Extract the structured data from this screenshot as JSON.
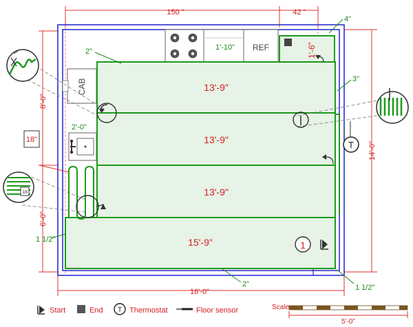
{
  "dimensions": {
    "top_width": "150 \"",
    "top_right": "42 \"",
    "right_height": "14'-0\"",
    "left_upper": "8'-0\"",
    "left_lower": "6'-0\"",
    "bottom_width": "16'-0\""
  },
  "gap_labels": {
    "top_right_gap": "4\"",
    "top_gap": "2\"",
    "right_gap": "3\"",
    "bottom_gap": "2\"",
    "left_gap": "1 1/2\"",
    "corner_gap": "1 1/2\"",
    "cabinet_offset": "2'-0\""
  },
  "fixtures": {
    "cabinet": "CAB",
    "refrigerator": "REF",
    "counter": "1'-10\"",
    "side_tag": "18\""
  },
  "mats": [
    {
      "label": "13'-9\""
    },
    {
      "label": "13'-9\""
    },
    {
      "label": "13'-9\""
    },
    {
      "label": "15'-9\""
    },
    {
      "label": "1'-6\""
    }
  ],
  "badge_number": "1",
  "thermostat_symbol": "T",
  "legend": {
    "start": "Start",
    "end": "End",
    "thermostat": "Thermostat",
    "floor_sensor": "Floor sensor"
  },
  "scale": {
    "label": "Scale",
    "value": "5'-0\""
  },
  "colors": {
    "dimension": "#e03030",
    "mat_border": "#1b9a1b",
    "mat_fill": "#e6f3e6",
    "wall": "#2222cc"
  }
}
